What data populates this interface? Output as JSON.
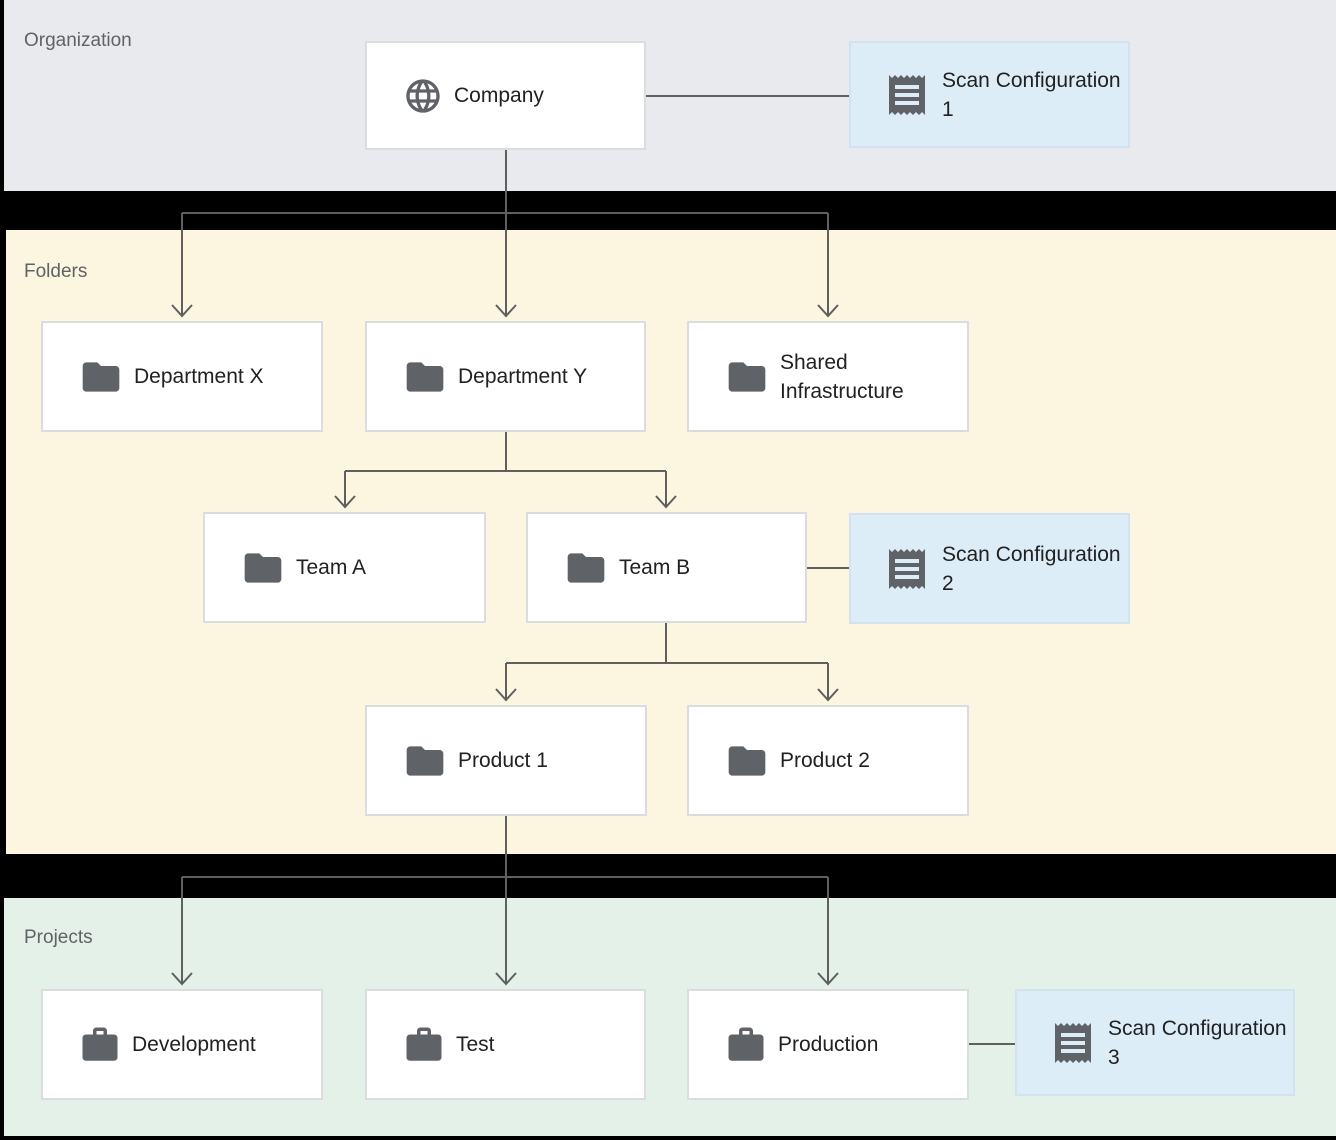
{
  "sections": {
    "organization": {
      "label": "Organization"
    },
    "folders": {
      "label": "Folders"
    },
    "projects": {
      "label": "Projects"
    }
  },
  "nodes": {
    "company": {
      "label": "Company",
      "icon": "globe-icon",
      "section": "organization"
    },
    "scan_config_1": {
      "label": "Scan Configuration 1",
      "icon": "receipt-icon",
      "section": "organization"
    },
    "department_x": {
      "label": "Department X",
      "icon": "folder-icon",
      "section": "folders"
    },
    "department_y": {
      "label": "Department Y",
      "icon": "folder-icon",
      "section": "folders"
    },
    "shared_infrastructure": {
      "label": "Shared Infrastructure",
      "icon": "folder-icon",
      "section": "folders"
    },
    "team_a": {
      "label": "Team A",
      "icon": "folder-icon",
      "section": "folders"
    },
    "team_b": {
      "label": "Team B",
      "icon": "folder-icon",
      "section": "folders"
    },
    "scan_config_2": {
      "label": "Scan Configuration 2",
      "icon": "receipt-icon",
      "section": "folders"
    },
    "product_1": {
      "label": "Product 1",
      "icon": "folder-icon",
      "section": "folders"
    },
    "product_2": {
      "label": "Product 2",
      "icon": "folder-icon",
      "section": "folders"
    },
    "development": {
      "label": "Development",
      "icon": "briefcase-icon",
      "section": "projects"
    },
    "test": {
      "label": "Test",
      "icon": "briefcase-icon",
      "section": "projects"
    },
    "production": {
      "label": "Production",
      "icon": "briefcase-icon",
      "section": "projects"
    },
    "scan_config_3": {
      "label": "Scan Configuration 3",
      "icon": "receipt-icon",
      "section": "projects"
    }
  },
  "edges": [
    {
      "from": "company",
      "to": "department_x",
      "type": "arrow"
    },
    {
      "from": "company",
      "to": "department_y",
      "type": "arrow"
    },
    {
      "from": "company",
      "to": "shared_infrastructure",
      "type": "arrow"
    },
    {
      "from": "department_y",
      "to": "team_a",
      "type": "arrow"
    },
    {
      "from": "department_y",
      "to": "team_b",
      "type": "arrow"
    },
    {
      "from": "team_b",
      "to": "product_1",
      "type": "arrow"
    },
    {
      "from": "team_b",
      "to": "product_2",
      "type": "arrow"
    },
    {
      "from": "product_1",
      "to": "development",
      "type": "arrow"
    },
    {
      "from": "product_1",
      "to": "test",
      "type": "arrow"
    },
    {
      "from": "product_1",
      "to": "production",
      "type": "arrow"
    },
    {
      "from": "company",
      "to": "scan_config_1",
      "type": "association"
    },
    {
      "from": "team_b",
      "to": "scan_config_2",
      "type": "association"
    },
    {
      "from": "production",
      "to": "scan_config_3",
      "type": "association"
    }
  ],
  "colors": {
    "background": "#000000",
    "organization_band": "#e8eaed",
    "folders_band": "#fcf5df",
    "projects_band": "#e3f1e8",
    "node_box": "#ffffff",
    "scan_box": "#dcedf8",
    "box_border": "#dadce0",
    "connector": "#5f5f5f",
    "icon": "#5f6368",
    "section_label_text": "#5f6368",
    "node_label_text": "#212121"
  }
}
